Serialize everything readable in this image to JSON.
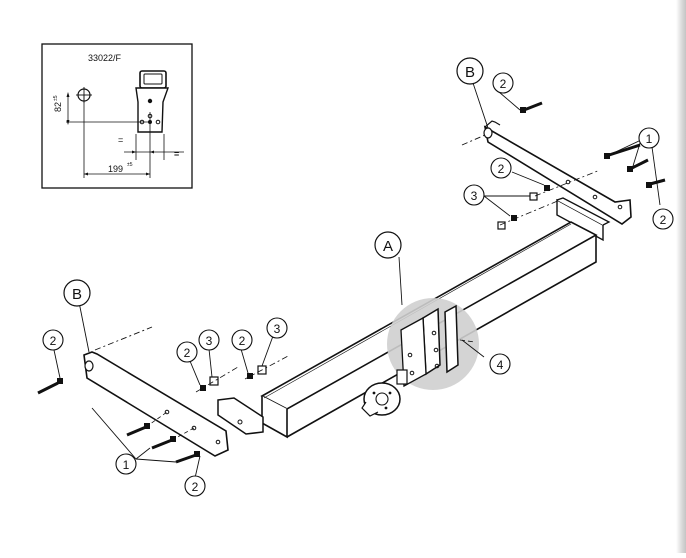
{
  "inset": {
    "part_number": "33022/F",
    "height_dim": "82",
    "height_tol": "±5",
    "width_dim": "199",
    "width_tol": "±5",
    "equal_mark_1": "=",
    "equal_mark_2": "="
  },
  "labels": {
    "A": "A",
    "B_right": "B",
    "B_left": "B",
    "callout_1_right": "1",
    "callout_2_top": "2",
    "callout_2_mid": "2",
    "callout_2_far_right": "2",
    "callout_3_right": "3",
    "callout_4": "4",
    "callout_2_left": "2",
    "callout_2_mid_left": "2",
    "callout_3_mid_left": "3",
    "callout_2_center_left": "2",
    "callout_3_center_left": "3",
    "callout_1_left": "1",
    "callout_2_bottom": "2"
  }
}
